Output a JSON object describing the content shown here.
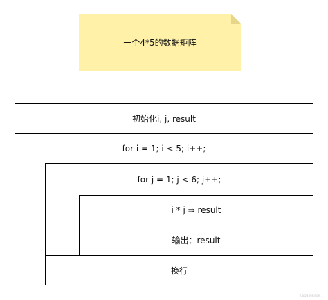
{
  "note": {
    "text": "一个4*5的数据矩阵",
    "color": "#fff2a8"
  },
  "diagram": {
    "init": "初始化i, j, result",
    "outer_loop": "for i = 1; i < 5; i++;",
    "inner_loop": "for j = 1; j < 6; j++;",
    "compute": "i * j ⇒ result",
    "output": "输出：result",
    "newline": "换行"
  },
  "watermark": "CSDN @Ridge..."
}
